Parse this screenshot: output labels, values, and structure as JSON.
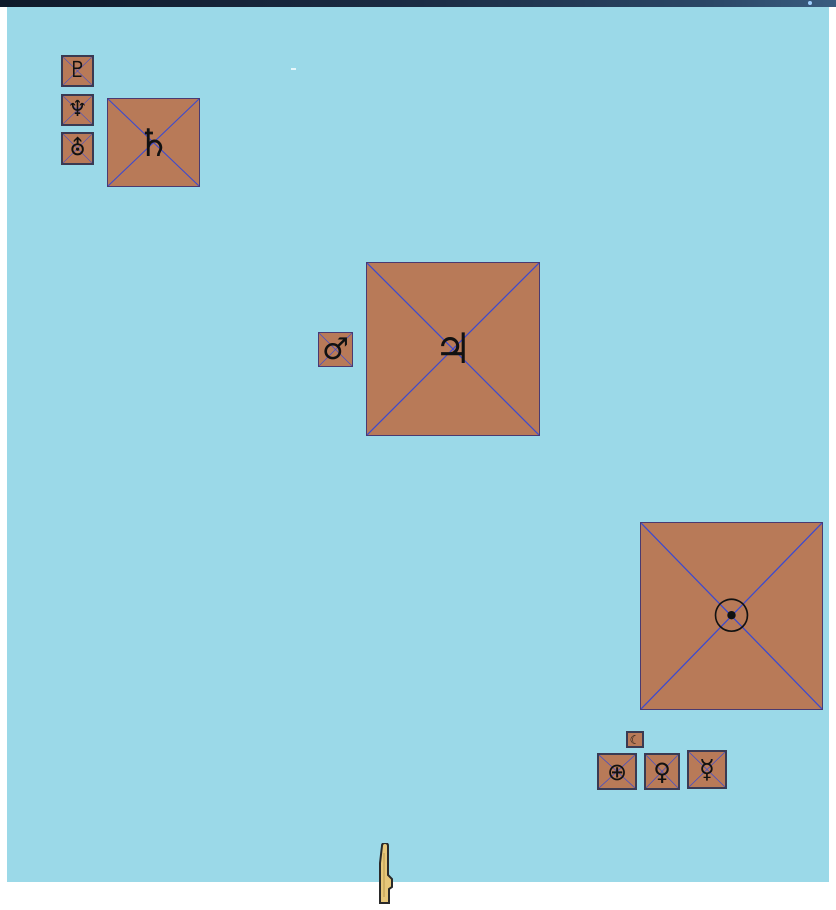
{
  "bodies": [
    {
      "id": "pluto",
      "symbol": "♇",
      "icon": "pluto-icon"
    },
    {
      "id": "neptune",
      "symbol": "♆",
      "icon": "neptune-icon"
    },
    {
      "id": "uranus",
      "symbol": "⛢",
      "icon": "uranus-icon"
    },
    {
      "id": "saturn",
      "symbol": "♄",
      "icon": "saturn-icon"
    },
    {
      "id": "mars",
      "symbol": "♂",
      "icon": "mars-icon"
    },
    {
      "id": "jupiter",
      "symbol": "♃",
      "icon": "jupiter-icon"
    },
    {
      "id": "sun",
      "symbol": "☉",
      "icon": "sun-icon"
    },
    {
      "id": "moon",
      "symbol": "☾",
      "icon": "moon-icon"
    },
    {
      "id": "earth",
      "symbol": "⊕",
      "icon": "earth-icon"
    },
    {
      "id": "venus",
      "symbol": "♀",
      "icon": "venus-icon"
    },
    {
      "id": "mercury",
      "symbol": "☿",
      "icon": "mercury-icon"
    }
  ],
  "colors": {
    "background": "#9bd9e8",
    "tile": "#b87a58",
    "tile_diagonals": "#3b4ad0",
    "pointer": "#e7c77a"
  }
}
